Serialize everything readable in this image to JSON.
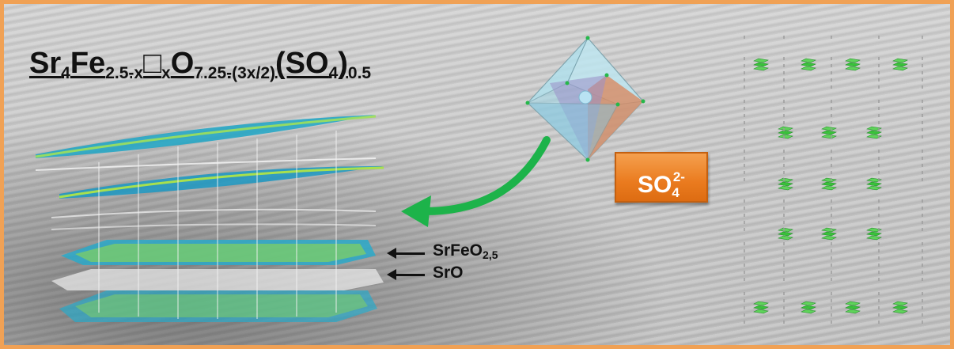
{
  "formula": {
    "sr": "Sr",
    "sr_sub": "4",
    "fe": "Fe",
    "fe_sub": "2.5-x",
    "vac": "□",
    "vac_sub": "x",
    "o": "O",
    "o_sub": "7.25-(3x/2)",
    "so4": "(SO",
    "so4_sub": "4",
    "close": ")",
    "tail_sub": "0.5"
  },
  "badge": {
    "base": "SO",
    "sub": "4",
    "sup": "2-"
  },
  "layers": {
    "label1_base": "SrFeO",
    "label1_sub": "2,5",
    "label2": "SrO"
  },
  "colors": {
    "frame": "#f0a155",
    "badge": "#ea7b1f",
    "arrow": "#1db34a",
    "octahedron": "#8fd3e6"
  }
}
